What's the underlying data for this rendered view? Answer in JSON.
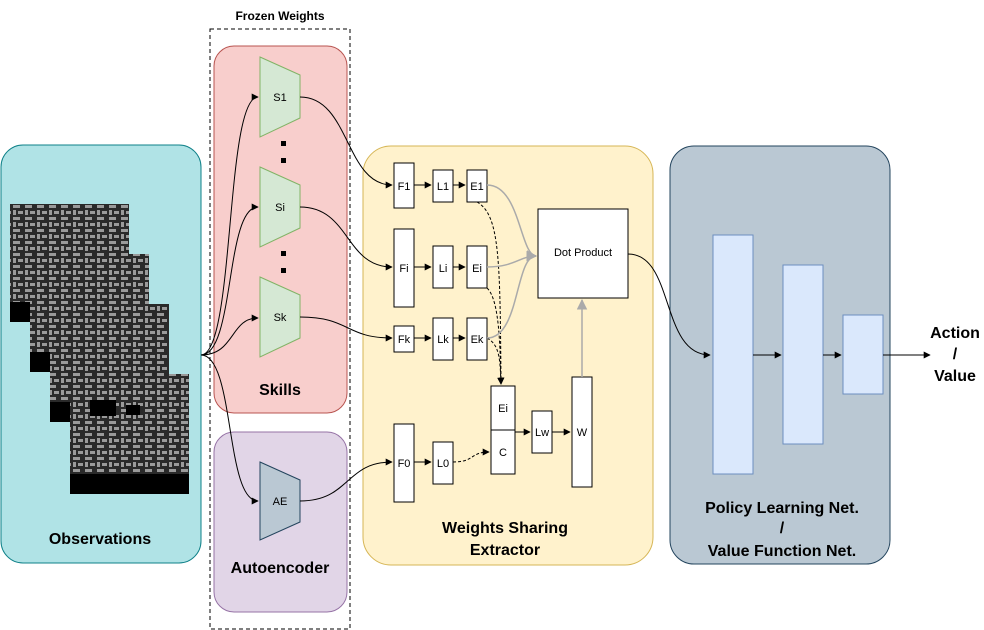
{
  "frozen_weights_label": "Frozen Weights",
  "observations_label": "Observations",
  "skills_label": "Skills",
  "autoencoder_label": "Autoencoder",
  "wse_label_line1": "Weights Sharing",
  "wse_label_line2": "Extractor",
  "policy_label_line1": "Policy Learning Net.",
  "policy_label_line2": "/",
  "policy_label_line3": "Value Function Net.",
  "output_label_line1": "Action",
  "output_label_line2": "/",
  "output_label_line3": "Value",
  "skills": [
    "S1",
    "Si",
    "Sk"
  ],
  "ae_node": "AE",
  "f_nodes": [
    "F1",
    "Fi",
    "Fk",
    "F0"
  ],
  "l_nodes": [
    "L1",
    "Li",
    "Lk",
    "L0"
  ],
  "e_nodes": [
    "E1",
    "Ei",
    "Ek"
  ],
  "concat_top": "Ei",
  "concat_bottom": "C",
  "lw_node": "Lw",
  "w_node": "W",
  "dot_product": "Dot Product",
  "colors": {
    "observations": "#b0e3e6",
    "skills": "#f8cecc",
    "autoencoder": "#e1d5e7",
    "extractor": "#fff2cc",
    "policy": "#bac8d3",
    "trapezoid_green": "#d5e8d4",
    "trapezoid_blue": "#bac8d3",
    "dense_blue": "#dae8fc"
  }
}
